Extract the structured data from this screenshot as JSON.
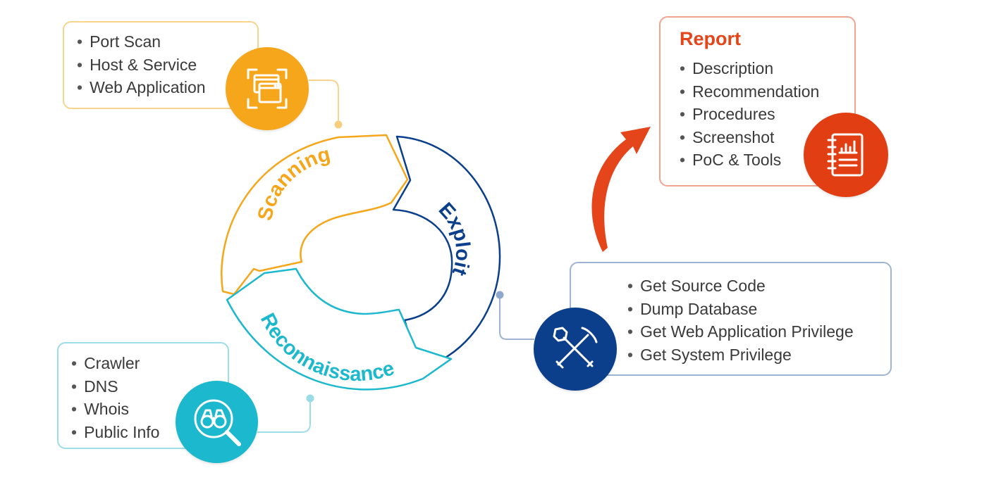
{
  "phases": {
    "scanning": {
      "label": "Scanning",
      "items": [
        "Port Scan",
        "Host & Service",
        "Web Application"
      ],
      "icon": "browser-windows-icon",
      "color": "#f6a61a"
    },
    "exploit": {
      "label": "Exploit",
      "items": [
        "Get Source Code",
        "Dump Database",
        "Get Web Application Privilege",
        "Get System Privilege"
      ],
      "icon": "shovel-pickaxe-icon",
      "color": "#0b3f8c"
    },
    "reconnaissance": {
      "label": "Reconnaissance",
      "items": [
        "Crawler",
        "DNS",
        "Whois",
        "Public Info"
      ],
      "icon": "binoculars-magnifier-icon",
      "color": "#1cb8cd"
    },
    "report": {
      "title": "Report",
      "items": [
        "Description",
        "Recommendation",
        "Procedures",
        "Screenshot",
        "PoC & Tools"
      ],
      "icon": "report-chart-notebook-icon",
      "color": "#e23e13"
    }
  }
}
